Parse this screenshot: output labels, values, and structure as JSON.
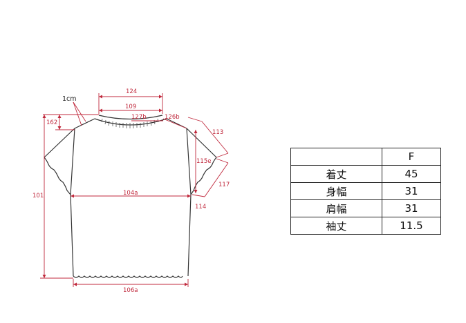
{
  "diagram": {
    "note": "1cm",
    "dimensions": {
      "d124": "124",
      "d109": "109",
      "d127b": "127b",
      "d126b": "126b",
      "d162": "162",
      "d113": "113",
      "d115e": "115e",
      "d117": "117",
      "d114": "114",
      "d104a": "104a",
      "d101": "101",
      "d106a": "106a"
    }
  },
  "table": {
    "header": [
      "",
      "F"
    ],
    "rows": [
      {
        "label": "着丈",
        "value": "45"
      },
      {
        "label": "身幅",
        "value": "31"
      },
      {
        "label": "肩幅",
        "value": "31"
      },
      {
        "label": "袖丈",
        "value": "11.5"
      }
    ]
  },
  "colors": {
    "dimension": "#c0283c",
    "outline": "#222222"
  }
}
